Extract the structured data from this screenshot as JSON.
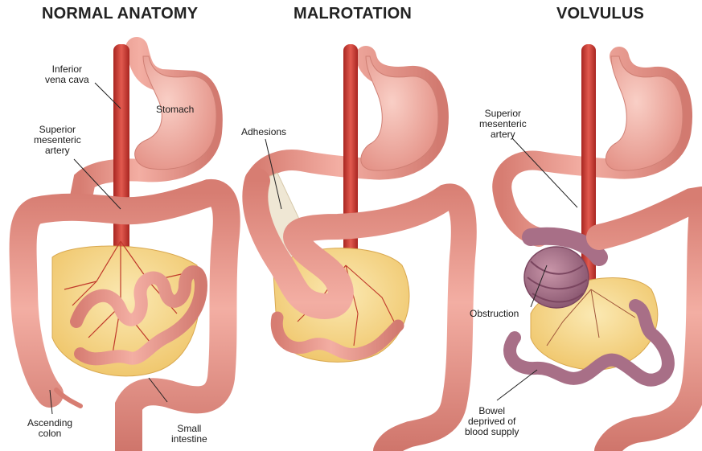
{
  "panels": [
    {
      "title": "NORMAL ANATOMY"
    },
    {
      "title": "MALROTATION"
    },
    {
      "title": "VOLVULUS"
    }
  ],
  "labels": {
    "inferior_vena_cava": "Inferior\nvena cava",
    "stomach": "Stomach",
    "superior_mesenteric_artery_1": "Superior\nmesenteric\nartery",
    "ascending_colon": "Ascending\ncolon",
    "small_intestine": "Small\nintestine",
    "adhesions": "Adhesions",
    "superior_mesenteric_artery_3": "Superior\nmesenteric\nartery",
    "obstruction": "Obstruction",
    "bowel_deprived": "Bowel\ndeprived of\nblood supply"
  },
  "colors": {
    "colon": "#e99a8f",
    "colon_shadow": "#c9726a",
    "stomach": "#f2b2a8",
    "artery": "#c8322c",
    "mesentery": "#f6dc95",
    "twisted_bowel": "#a86f87",
    "adhesion": "#efe6d2"
  }
}
